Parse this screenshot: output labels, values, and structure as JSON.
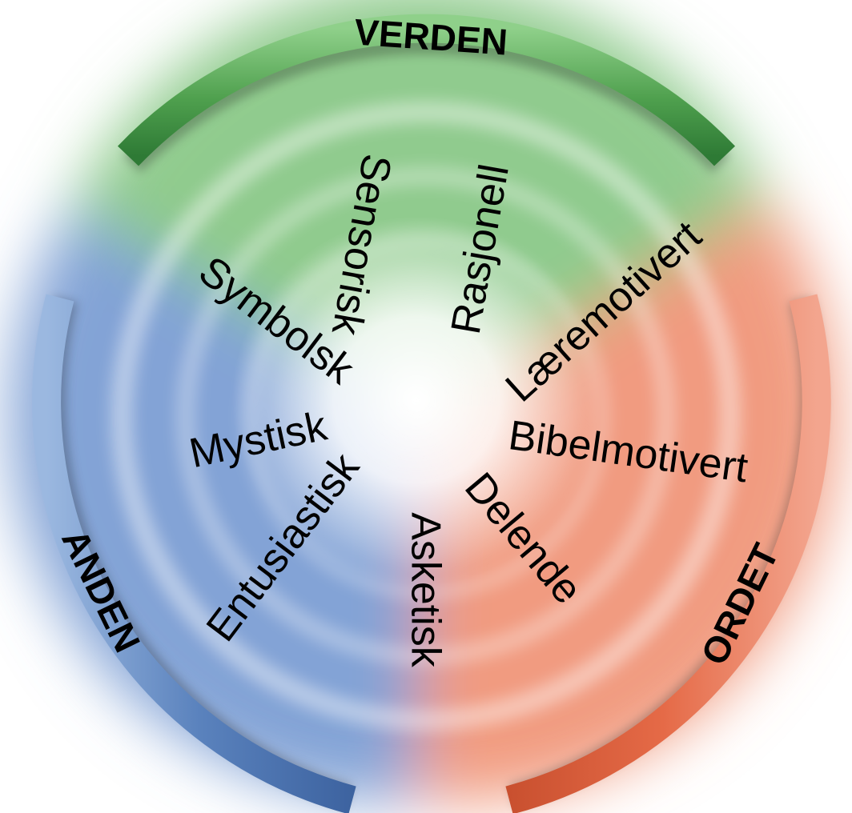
{
  "colors": {
    "verden": "#4f9e4f",
    "anden": "#4f79b5",
    "ordet": "#e56a47",
    "center": "#ffffff"
  },
  "arcs": {
    "verden": "VERDEN",
    "anden": "ANDEN",
    "ordet": "ORDET"
  },
  "words": {
    "sensorisk": "Sensorisk",
    "rasjonell": "Rasjonell",
    "laeremotivert": "Læremotivert",
    "bibelmotivert": "Bibelmotivert",
    "delende": "Delende",
    "asketisk": "Asketisk",
    "entusiastisk": "Entusiastisk",
    "mystisk": "Mystisk",
    "symbolsk": "Symbolsk"
  }
}
